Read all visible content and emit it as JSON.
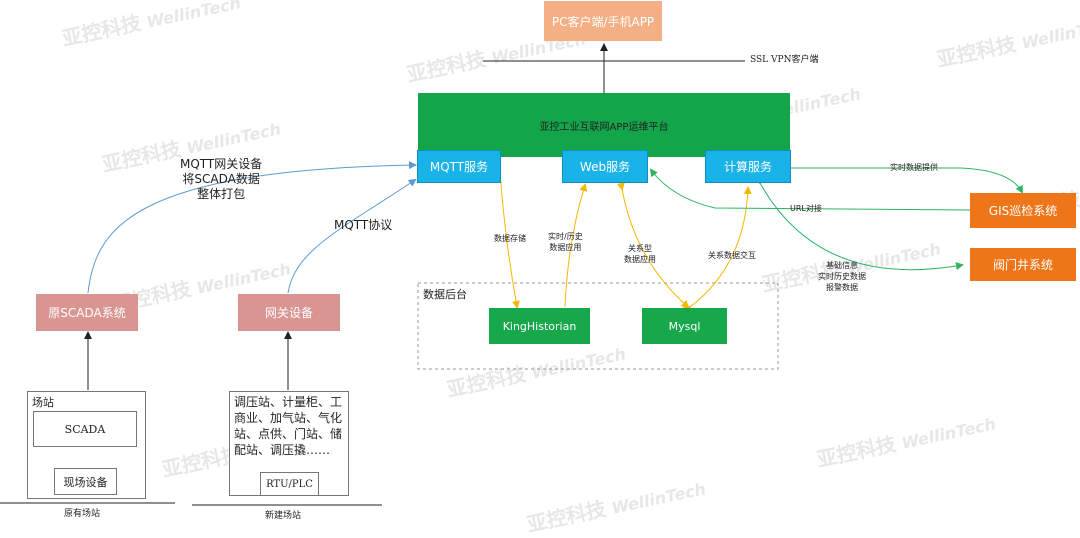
{
  "nodes": {
    "client": "PC客户端/手机APP",
    "vpn": "SSL VPN客户端",
    "platform": "亚控工业互联网APP运维平台",
    "mqtt_service": "MQTT服务",
    "web_service": "Web服务",
    "compute_service": "计算服务",
    "backend": "数据后台",
    "kinghistorian": "KingHistorian",
    "mysql": "Mysql",
    "gis": "GIS巡检系统",
    "valve": "阀门井系统",
    "scada_system": "原SCADA系统",
    "gateway_device": "网关设备",
    "site": "场站",
    "scada": "SCADA",
    "field_device": "现场设备",
    "new_site_text": "调压站、计量柜、工商业、加气站、气化站、点供、门站、储配站、调压撬……",
    "rtu": "RTU/PLC",
    "old_station": "原有场站",
    "new_station": "新建场站"
  },
  "edge_labels": {
    "mqtt_gateway": "MQTT网关设备\n将SCADA数据\n整体打包",
    "mqtt_protocol": "MQTT协议",
    "data_storage": "数据存储",
    "realtime_history": "实时/历史\n数据应用",
    "relational": "关系型\n数据应用",
    "relational_exchange": "关系数据交互",
    "realtime_provide": "实时数据提供",
    "url_link": "URL对接",
    "basic_info": "基础信息\n实时历史数据\n报警数据"
  },
  "watermark": {
    "cn": "亚控科技",
    "en": "WellinTech"
  },
  "colors": {
    "orange": "#f4b084",
    "platform_green": "#12a54a",
    "service_blue": "#1ab3e8",
    "storage_green": "#17a84b",
    "system_orange": "#ee7518",
    "pink": "#d99592",
    "green_arrow": "#2db562",
    "yellow_arrow": "#f5b800",
    "blue_arrow": "#5b9bd5"
  }
}
